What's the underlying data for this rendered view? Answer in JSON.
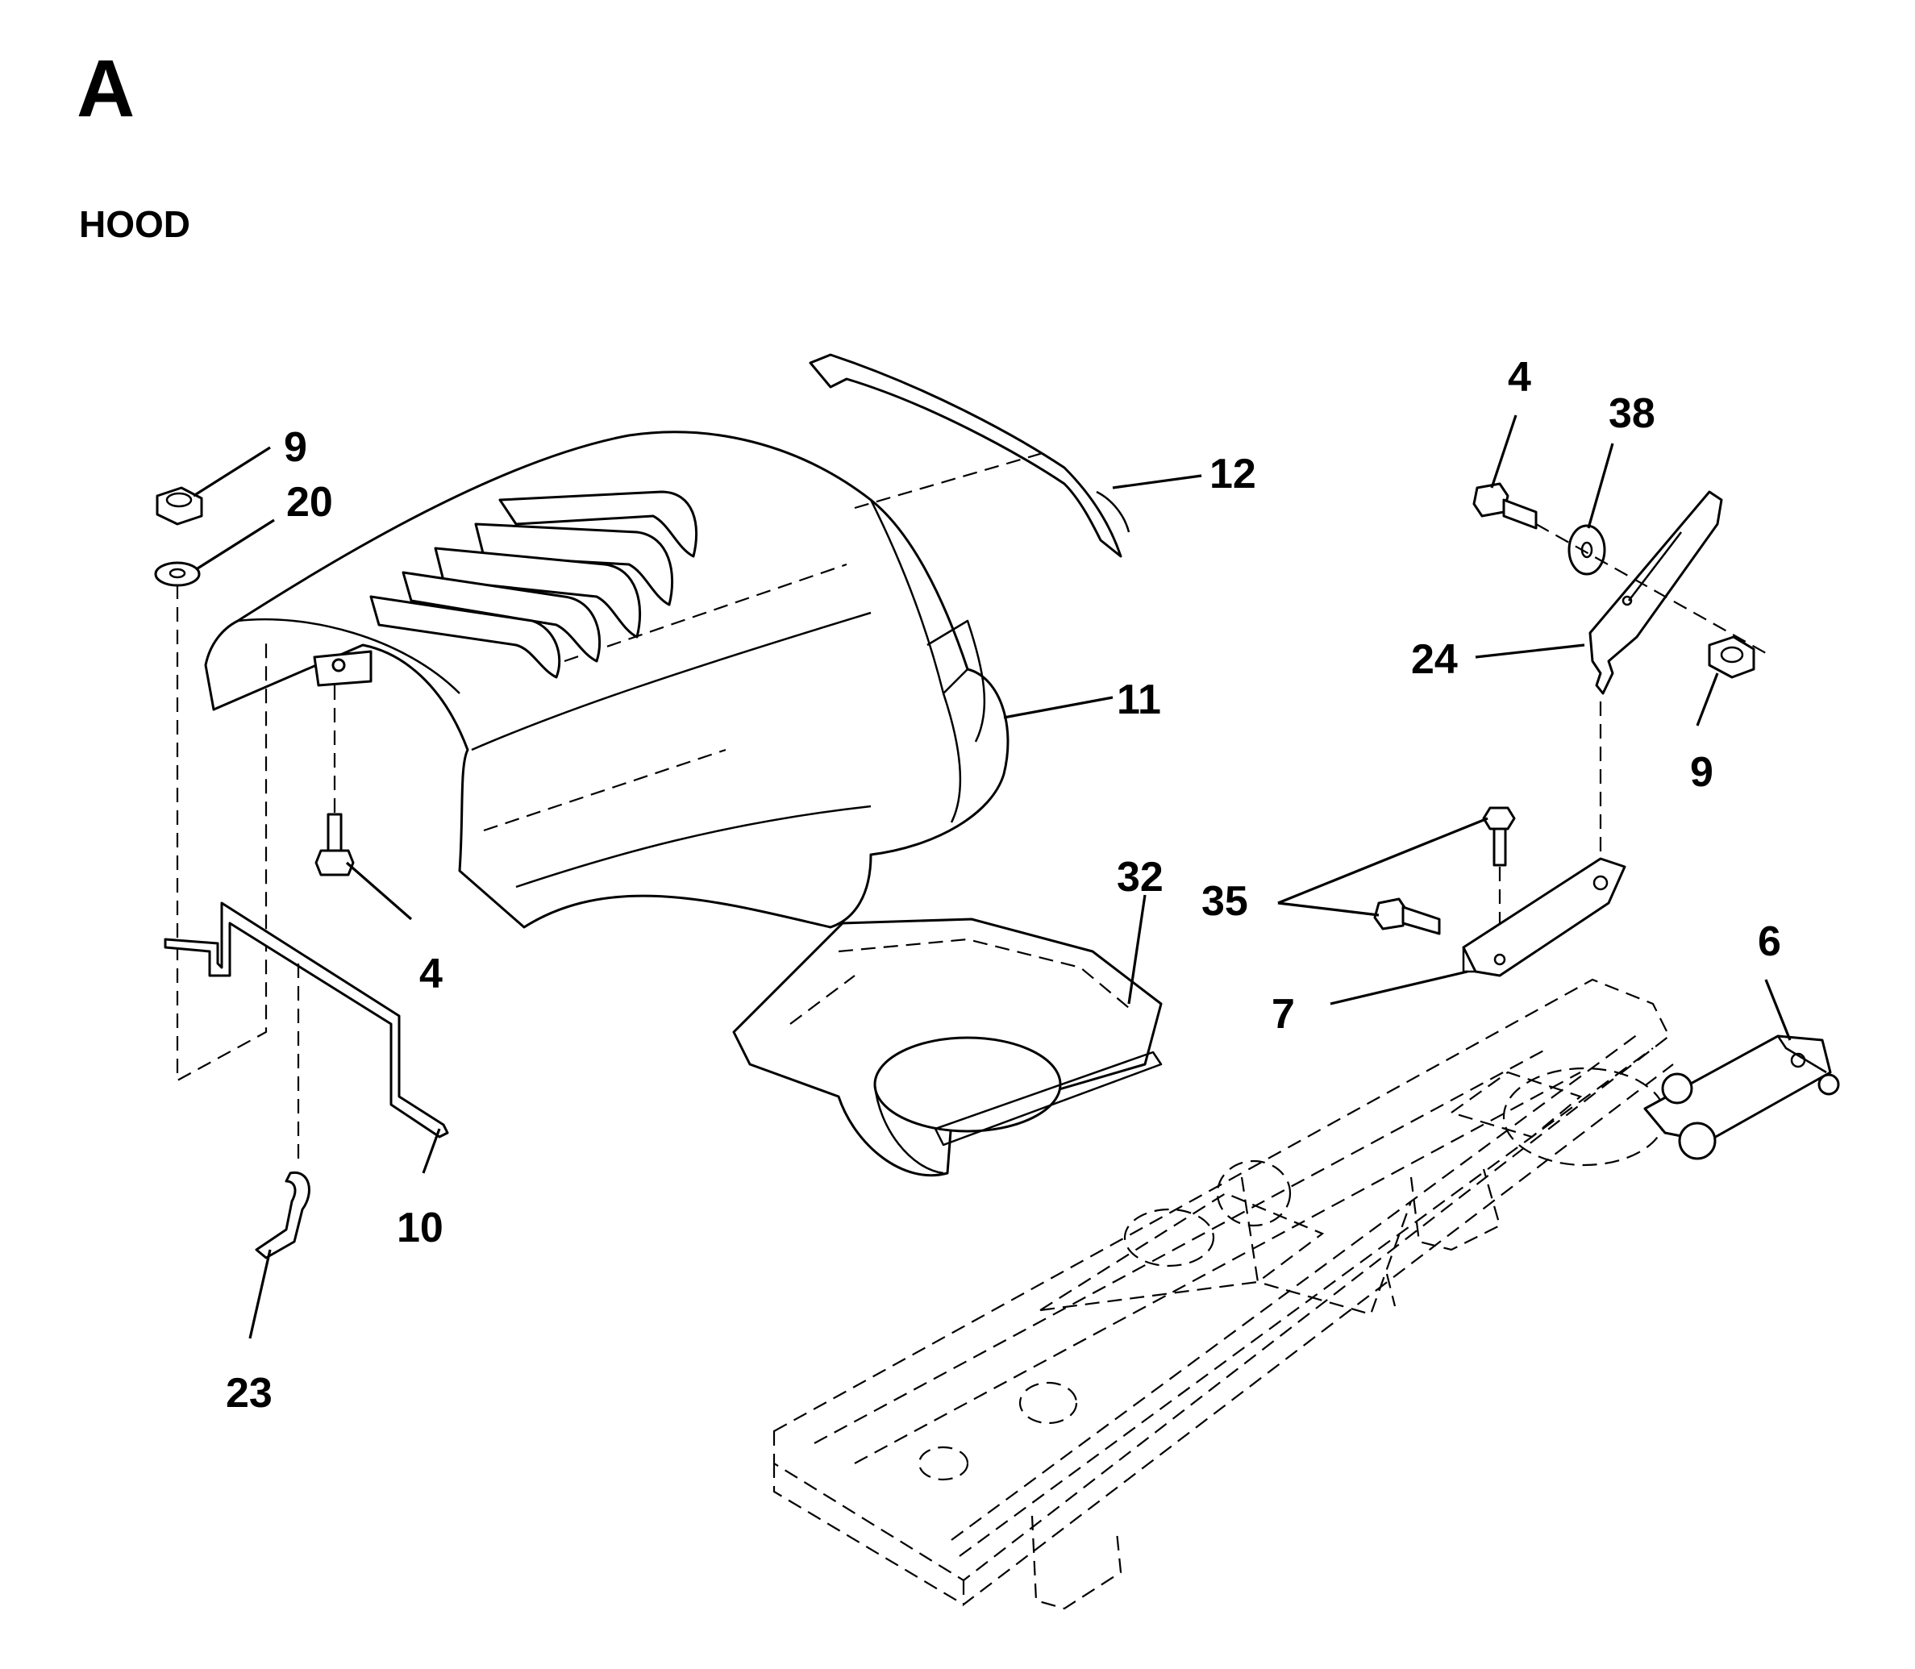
{
  "section_letter": "A",
  "section_title": "HOOD",
  "callouts": [
    {
      "id": "c-9-nut",
      "text": "9"
    },
    {
      "id": "c-20",
      "text": "20"
    },
    {
      "id": "c-12",
      "text": "12"
    },
    {
      "id": "c-11",
      "text": "11"
    },
    {
      "id": "c-4-left",
      "text": "4"
    },
    {
      "id": "c-10",
      "text": "10"
    },
    {
      "id": "c-23",
      "text": "23"
    },
    {
      "id": "c-32",
      "text": "32"
    },
    {
      "id": "c-4-right",
      "text": "4"
    },
    {
      "id": "c-38",
      "text": "38"
    },
    {
      "id": "c-24",
      "text": "24"
    },
    {
      "id": "c-9-right",
      "text": "9"
    },
    {
      "id": "c-35",
      "text": "35"
    },
    {
      "id": "c-7",
      "text": "7"
    },
    {
      "id": "c-6",
      "text": "6"
    }
  ]
}
